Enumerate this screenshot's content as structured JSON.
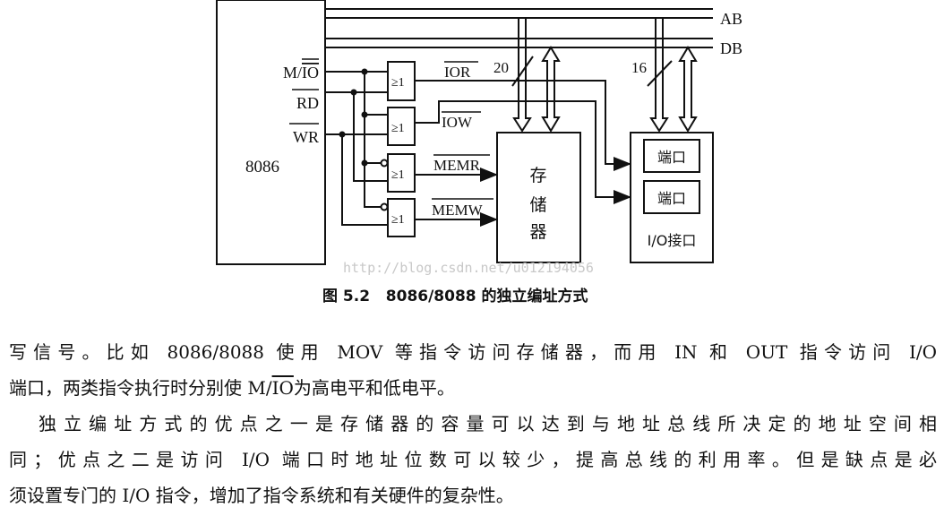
{
  "diagram": {
    "cpu_label": "8086",
    "signals": {
      "mio_prefix": "M/",
      "mio_bar": "IO",
      "rd": "RD",
      "wr": "WR"
    },
    "bus": {
      "address": "AB",
      "data": "DB"
    },
    "gate_label": "≥1",
    "outputs": {
      "ior": "IOR",
      "iow": "IOW",
      "memr": "MEMR",
      "memw": "MEMW"
    },
    "memory_chars": [
      "存",
      "储",
      "器"
    ],
    "memory_address_width": "20",
    "io_address_width": "16",
    "port_label": "端口",
    "io_interface_label": "I/O接口",
    "watermark": "http://blog.csdn.net/u012194056",
    "caption": "图 5.2   8086/8088 的独立编址方式"
  },
  "text": {
    "line1": "写信号。比如 8086/8088 使用 MOV 等指令访问存储器，而用 IN 和 OUT 指令访问 I/O",
    "line2_a": "端口，两类指令执行时分别使 M/",
    "line2_bar": "IO",
    "line2_b": "为高电平和低电平。",
    "line3": "独立编址方式的优点之一是存储器的容量可以达到与地址总线所决定的地址空间相",
    "line4": "同；优点之二是访问 I/O 端口时地址位数可以较少，提高总线的利用率。但是缺点是必",
    "line5": "须设置专门的 I/O 指令，增加了指令系统和有关硬件的复杂性。"
  }
}
